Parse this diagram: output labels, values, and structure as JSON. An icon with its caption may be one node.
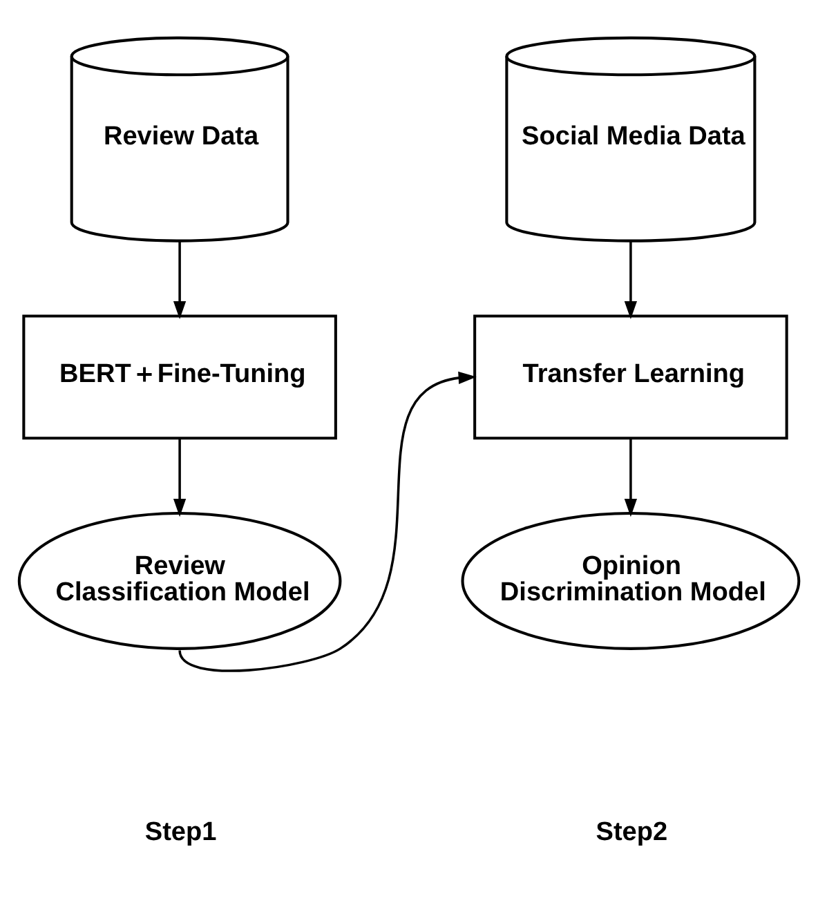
{
  "diagram": {
    "nodes": [
      {
        "text": [
          "Review Data"
        ]
      },
      {
        "text": [
          "BERT＋Fine-Tuning"
        ]
      },
      {
        "text": [
          "Review Classification Model"
        ]
      },
      {
        "text": [
          "Social Media Data"
        ]
      },
      {
        "text": [
          "Transfer Learning"
        ]
      },
      {
        "text": [
          "Opinion Discrimination Model"
        ]
      }
    ],
    "edges": [
      {
        "from": 0,
        "to": 1,
        "arrow": "to"
      },
      {
        "from": 1,
        "to": 2,
        "arrow": "to"
      },
      {
        "from": 2,
        "to": 4,
        "arrow": "to"
      },
      {
        "from": 3,
        "to": 4,
        "arrow": "to"
      },
      {
        "from": 4,
        "to": 5,
        "arrow": "to"
      }
    ],
    "labels": [
      "Step1",
      "Step2"
    ]
  }
}
